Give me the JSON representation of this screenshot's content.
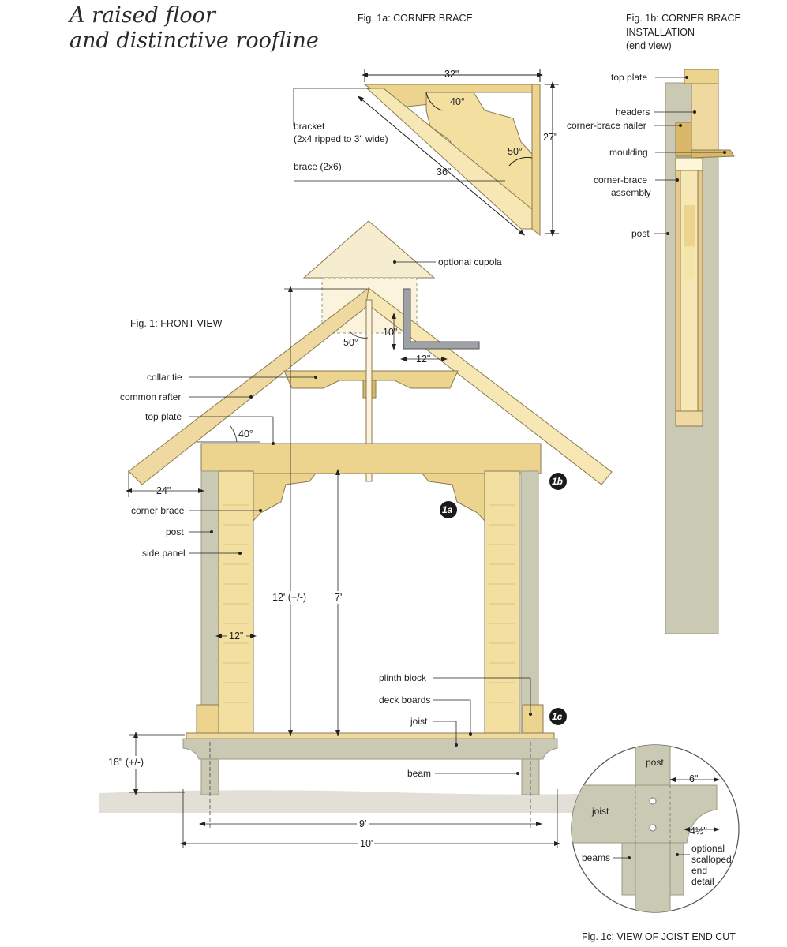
{
  "title": {
    "line1": "A raised floor",
    "line2": "and distinctive roofline"
  },
  "figures": {
    "fig1a": {
      "title": "Fig. 1a: CORNER BRACE"
    },
    "fig1b": {
      "title_line1": "Fig. 1b: CORNER BRACE",
      "title_line2": "INSTALLATION",
      "title_line3": "(end view)"
    },
    "fig1": {
      "title": "Fig. 1: FRONT VIEW"
    },
    "fig1c": {
      "title": "Fig. 1c: VIEW OF JOIST END CUT"
    }
  },
  "fig1a_labels": {
    "dim_top": "32\"",
    "dim_side": "27\"",
    "dim_diag": "36\"",
    "angle_top": "40°",
    "angle_bottom": "50°",
    "bracket_line1": "bracket",
    "bracket_line2": "(2x4 ripped to 3\" wide)",
    "brace": "brace (2x6)"
  },
  "fig1b_labels": {
    "top_plate": "top plate",
    "headers": "headers",
    "nailer": "corner-brace nailer",
    "moulding": "moulding",
    "assembly_line1": "corner-brace",
    "assembly_line2": "assembly",
    "post": "post"
  },
  "fig1_labels": {
    "cupola": "optional cupola",
    "collar_tie": "collar tie",
    "common_rafter": "common rafter",
    "top_plate": "top plate",
    "corner_brace": "corner brace",
    "post": "post",
    "side_panel": "side panel",
    "plinth_block": "plinth block",
    "deck_boards": "deck boards",
    "joist": "joist",
    "beam": "beam",
    "angle_ridge": "50°",
    "angle_eave": "40°",
    "dim_10": "10\"",
    "dim_12_top": "12\"",
    "dim_24": "24\"",
    "dim_12ft": "12' (+/-)",
    "dim_7ft": "7'",
    "dim_12_panel": "12\"",
    "dim_18": "18\" (+/-)",
    "dim_9ft": "9'",
    "dim_10ft": "10'",
    "badge_1a": "1a",
    "badge_1b": "1b",
    "badge_1c": "1c"
  },
  "fig1c_labels": {
    "post": "post",
    "joist": "joist",
    "beams": "beams",
    "dim_6": "6\"",
    "dim_4half": "4½\"",
    "optional_line1": "optional",
    "optional_line2": "scalloped",
    "optional_line3": "end",
    "optional_line4": "detail"
  },
  "colors": {
    "wood_light": "#f6e7b4",
    "wood_mid": "#ecd48f",
    "wood_dark": "#d9b86a",
    "gray_post": "#c9c9b4",
    "gray_dark": "#b5b59e",
    "ground": "#e2e0d6",
    "badge": "#1a1a1a"
  }
}
